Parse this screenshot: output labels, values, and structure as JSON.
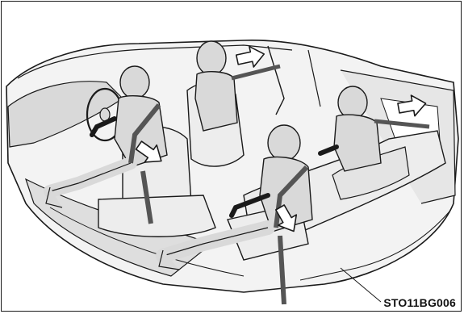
{
  "figure": {
    "code": "STO11BG006",
    "colors": {
      "body_fill": "#d9d9d9",
      "seat_fill": "#ededed",
      "line": "#1a1a1a",
      "arrow_fill": "#ffffff",
      "background": "#ffffff"
    },
    "occupants": [
      {
        "position": "driver",
        "belted": true
      },
      {
        "position": "front-passenger",
        "belted": true
      },
      {
        "position": "rear-left",
        "belted": true
      },
      {
        "position": "rear-right",
        "belted": true
      }
    ],
    "arrow_icon": "motion-arrow"
  }
}
